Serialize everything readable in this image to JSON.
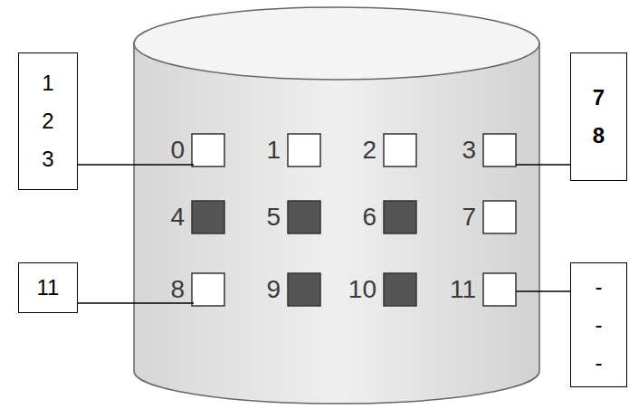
{
  "diagram": {
    "nodes": [
      {
        "text": [
          "1 2 3"
        ]
      },
      {
        "text": [
          "7 8"
        ]
      },
      {
        "text": [
          "11"
        ]
      },
      {
        "text": [
          "---"
        ]
      }
    ],
    "labels": [
      "0",
      "1",
      "2",
      "3",
      "4",
      "5",
      "6",
      "7",
      "8",
      "9",
      "10",
      "11"
    ]
  }
}
